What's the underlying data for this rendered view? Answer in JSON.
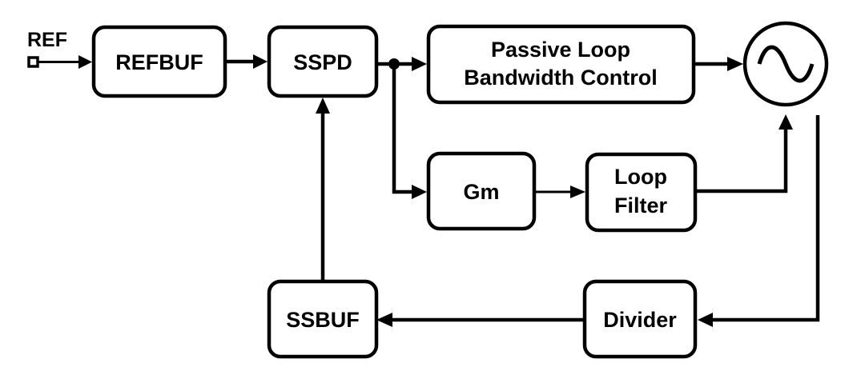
{
  "diagram": {
    "input": {
      "label": "REF"
    },
    "blocks": {
      "refbuf": {
        "label": "REFBUF"
      },
      "sspd": {
        "label": "SSPD"
      },
      "passive": {
        "line1": "Passive Loop",
        "line2": "Bandwidth Control"
      },
      "gm": {
        "label": "Gm"
      },
      "loopfilter": {
        "line1": "Loop",
        "line2": "Filter"
      },
      "ssbuf": {
        "label": "SSBUF"
      },
      "divider": {
        "label": "Divider"
      }
    },
    "vco": {
      "icon": "sine-wave-icon"
    },
    "colors": {
      "stroke": "#000000",
      "fill": "#ffffff"
    }
  }
}
